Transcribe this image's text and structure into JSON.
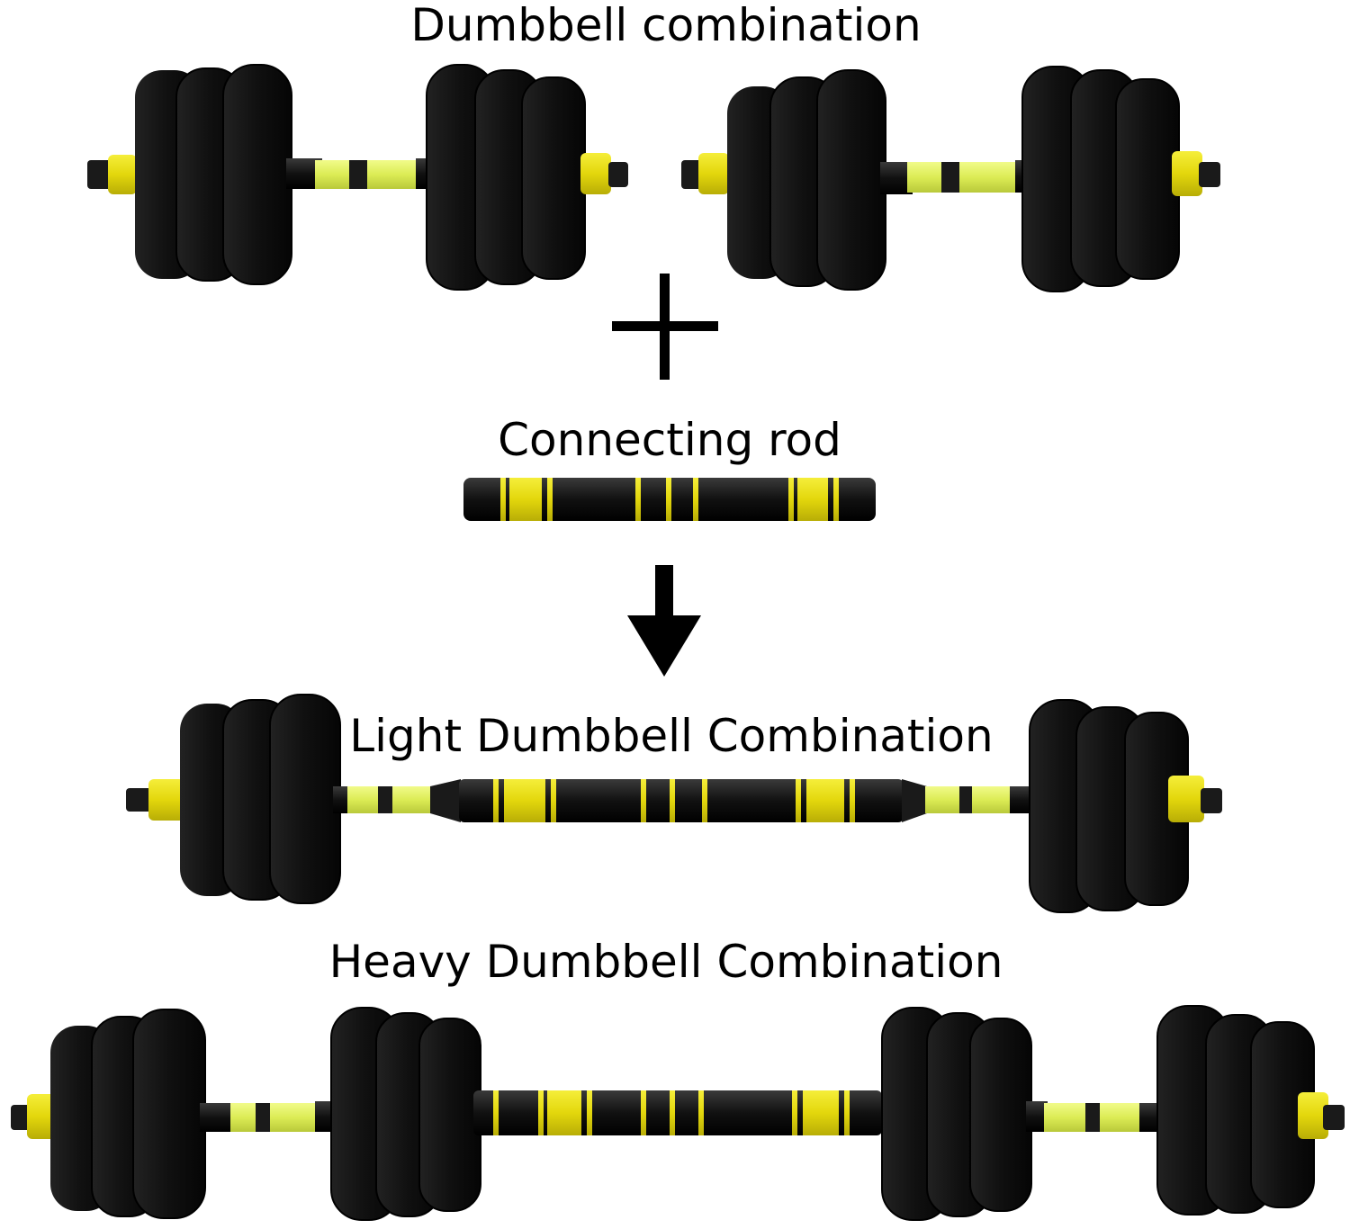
{
  "labels": {
    "dumbbell_combination": "Dumbbell combination",
    "connecting_rod": "Connecting rod",
    "light_combination": "Light Dumbbell Combination",
    "heavy_combination": "Heavy Dumbbell Combination"
  },
  "symbols": {
    "plus": "plus-sign",
    "arrow": "arrow-down"
  },
  "colors": {
    "plate": "#111111",
    "accent_yellow": "#e8dd10",
    "light_yellow": "#e2f05a",
    "bar": "#161616",
    "background": "#ffffff"
  }
}
